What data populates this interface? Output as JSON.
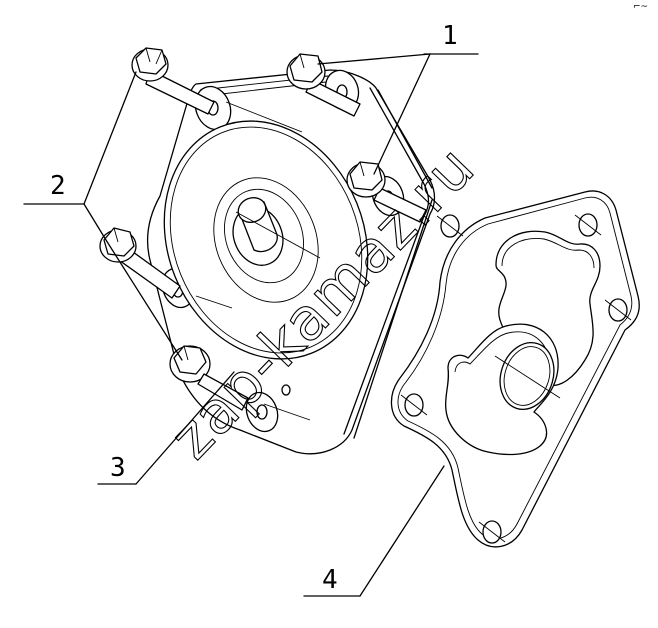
{
  "callouts": {
    "c1": "1",
    "c2": "2",
    "c3": "3",
    "c4": "4"
  },
  "watermark": "zap-kamaz.ru",
  "corner_mark": "⌐~"
}
